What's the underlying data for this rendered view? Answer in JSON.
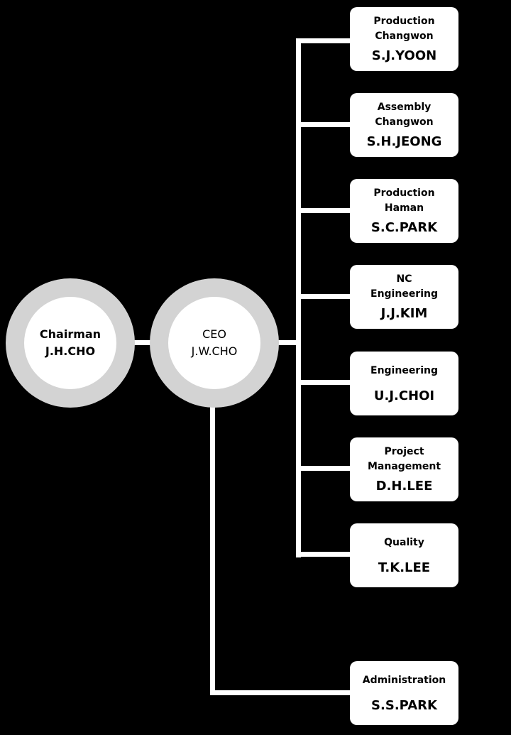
{
  "top": [
    {
      "title": "Chairman",
      "name": "J.H.CHO"
    },
    {
      "title": "CEO",
      "name": "J.W.CHO"
    }
  ],
  "departments": [
    {
      "line1": "Production",
      "line2": "Changwon",
      "name": "S.J.YOON"
    },
    {
      "line1": "Assembly",
      "line2": "Changwon",
      "name": "S.H.JEONG"
    },
    {
      "line1": "Production",
      "line2": "Haman",
      "name": "S.C.PARK"
    },
    {
      "line1": "NC",
      "line2": "Engineering",
      "name": "J.J.KIM"
    },
    {
      "line1": "Engineering",
      "line2": "",
      "name": "U.J.CHOI"
    },
    {
      "line1": "Project",
      "line2": "Management",
      "name": "D.H.LEE"
    },
    {
      "line1": "Quality",
      "line2": "",
      "name": "T.K.LEE"
    },
    {
      "line1": "Administration",
      "line2": "",
      "name": "S.S.PARK"
    }
  ]
}
